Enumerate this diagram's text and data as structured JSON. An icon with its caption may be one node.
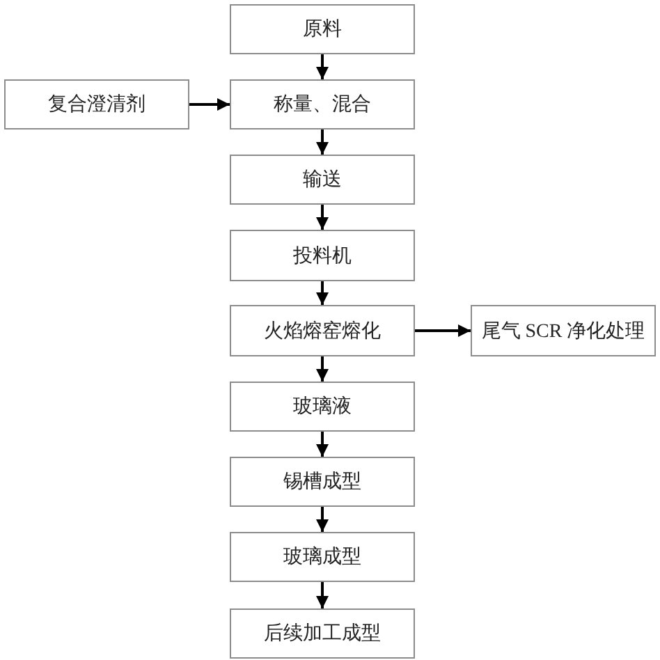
{
  "diagram": {
    "nodes": [
      {
        "text": [
          "原料"
        ]
      },
      {
        "text": [
          "复合澄清剂"
        ]
      },
      {
        "text": [
          "称量、混合"
        ]
      },
      {
        "text": [
          "输送"
        ]
      },
      {
        "text": [
          "投料机"
        ]
      },
      {
        "text": [
          "火焰熔窑熔化"
        ]
      },
      {
        "text": [
          "尾气 SCR 净化处理"
        ]
      },
      {
        "text": [
          "玻璃液"
        ]
      },
      {
        "text": [
          "锡槽成型"
        ]
      },
      {
        "text": [
          "玻璃成型"
        ]
      },
      {
        "text": [
          "后续加工成型"
        ]
      }
    ],
    "edges": [
      {
        "from": 0,
        "to": 2,
        "arrow": "to"
      },
      {
        "from": 1,
        "to": 2,
        "arrow": "to"
      },
      {
        "from": 2,
        "to": 3,
        "arrow": "to"
      },
      {
        "from": 3,
        "to": 4,
        "arrow": "to"
      },
      {
        "from": 4,
        "to": 5,
        "arrow": "to"
      },
      {
        "from": 5,
        "to": 6,
        "arrow": "to"
      },
      {
        "from": 5,
        "to": 7,
        "arrow": "to"
      },
      {
        "from": 7,
        "to": 8,
        "arrow": "to"
      },
      {
        "from": 8,
        "to": 9,
        "arrow": "to"
      },
      {
        "from": 9,
        "to": 10,
        "arrow": "to"
      }
    ]
  }
}
